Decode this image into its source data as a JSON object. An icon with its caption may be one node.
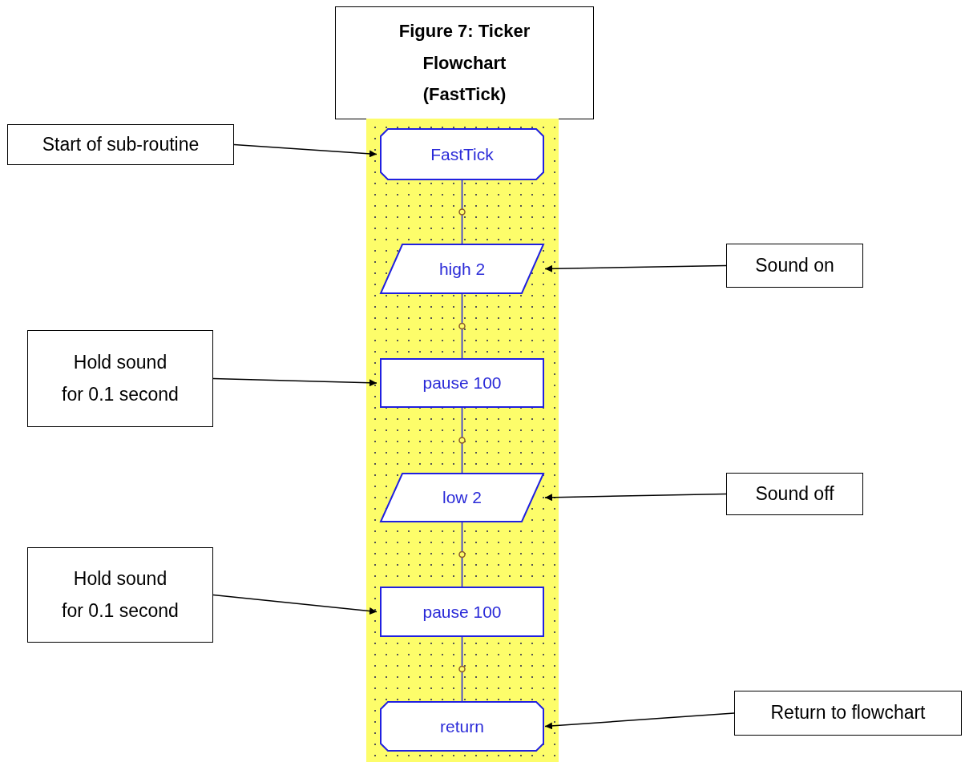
{
  "diagram": {
    "title": "Figure 7: Ticker Flowchart (FastTick)",
    "nodes": [
      {
        "text": [],
        "shape": "band"
      },
      {
        "text": [
          "FastTick"
        ],
        "in": 0
      },
      {
        "text": [
          "high 2"
        ],
        "in": 0
      },
      {
        "text": [
          "pause 100"
        ],
        "in": 0
      },
      {
        "text": [
          "low 2"
        ],
        "in": 0
      },
      {
        "text": [
          "pause 100"
        ],
        "in": 0
      },
      {
        "text": [
          "return"
        ],
        "in": 0
      },
      {
        "text": [
          "Start of sub-routine"
        ]
      },
      {
        "text": [
          "Sound on"
        ]
      },
      {
        "text": [
          "Hold sound for 0.1 second"
        ]
      },
      {
        "text": [
          "Sound off"
        ]
      },
      {
        "text": [
          "Hold sound for 0.1 second"
        ]
      },
      {
        "text": [
          "Return to flowchart"
        ]
      }
    ],
    "edges": [
      {
        "from": 1,
        "to": 2,
        "arrow": "none",
        "color": "#2020e0"
      },
      {
        "from": 2,
        "to": 3,
        "arrow": "none",
        "color": "#2020e0"
      },
      {
        "from": 3,
        "to": 4,
        "arrow": "none",
        "color": "#2020e0"
      },
      {
        "from": 4,
        "to": 5,
        "arrow": "none",
        "color": "#2020e0"
      },
      {
        "from": 5,
        "to": 6,
        "arrow": "none",
        "color": "#2020e0"
      },
      {
        "from": 7,
        "to": 1,
        "arrow": "to"
      },
      {
        "from": 8,
        "to": 2,
        "arrow": "to"
      },
      {
        "from": 9,
        "to": 3,
        "arrow": "to"
      },
      {
        "from": 10,
        "to": 4,
        "arrow": "to"
      },
      {
        "from": 11,
        "to": 5,
        "arrow": "to"
      },
      {
        "from": 12,
        "to": 6,
        "arrow": "to"
      }
    ]
  }
}
